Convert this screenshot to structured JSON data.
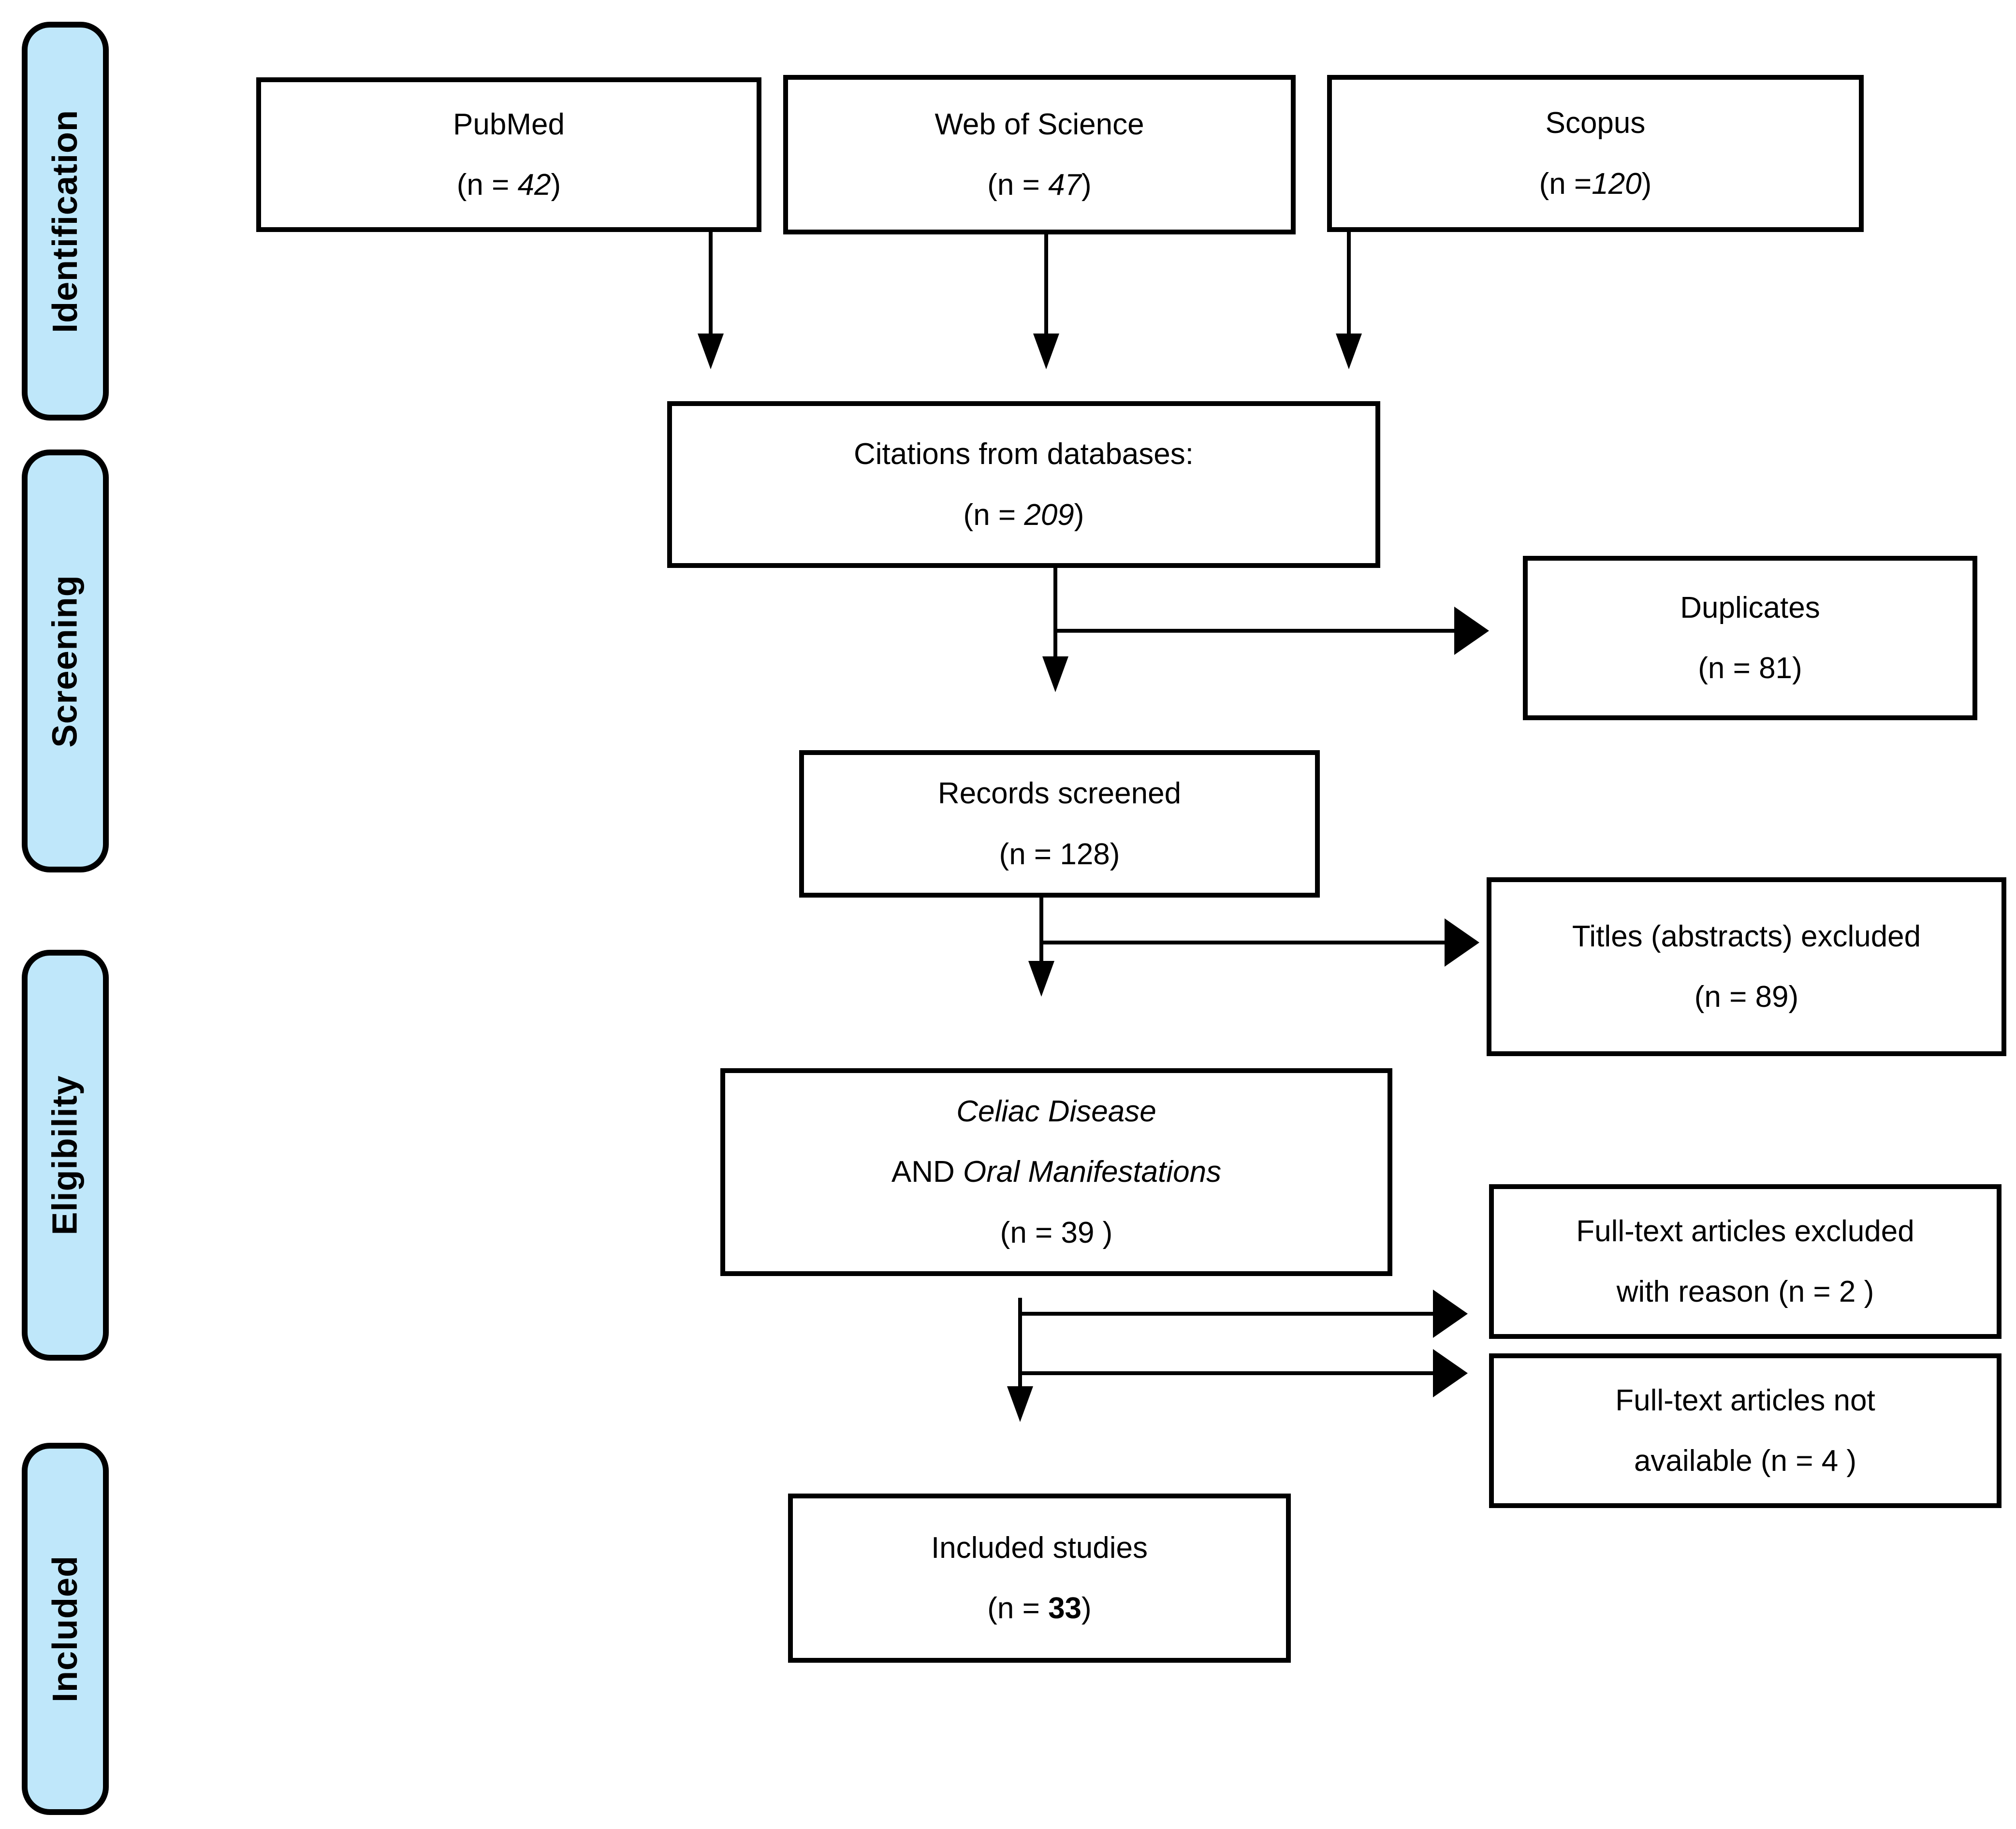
{
  "sidebar": {
    "fill_color": "#BFE7FA",
    "items": [
      {
        "label": "Identification"
      },
      {
        "label": "Screening"
      },
      {
        "label": "Eligibility"
      },
      {
        "label": "Included"
      }
    ]
  },
  "boxes": {
    "pubmed": {
      "title": "PubMed",
      "count_prefix": "(n = ",
      "count": "42",
      "count_suffix": ")"
    },
    "web_of_science": {
      "title": "Web of Science",
      "count_prefix": "(n = ",
      "count": "47",
      "count_suffix": ")"
    },
    "scopus": {
      "title": "Scopus",
      "count_prefix": "(n =",
      "count": "120",
      "count_suffix": ")"
    },
    "citations": {
      "title": "Citations from databases:",
      "count_prefix": "(n = ",
      "count": "209",
      "count_suffix": ")"
    },
    "duplicates": {
      "title": "Duplicates",
      "count_prefix": "(n = ",
      "count": "81",
      "count_suffix": ")"
    },
    "records_screened": {
      "title": "Records screened",
      "count_prefix": "(n = ",
      "count": "128",
      "count_suffix": ")"
    },
    "titles_excluded": {
      "title": "Titles (abstracts) excluded",
      "count_prefix": "(n = ",
      "count": "89",
      "count_suffix": ")"
    },
    "celiac": {
      "line1": "Celiac Disease",
      "line2_prefix": "AND ",
      "line2_italic": "Oral Manifestations",
      "count_prefix": "(n = ",
      "count": "39",
      "count_suffix": " )"
    },
    "fulltext_excluded": {
      "line1": "Full-text articles excluded",
      "line2": "with reason ",
      "count_prefix": "(n = ",
      "count": "2",
      "count_suffix": " )"
    },
    "fulltext_not_available": {
      "line1": "Full-text articles not",
      "line2": "available ",
      "count_prefix": "(n = ",
      "count": "4",
      "count_suffix": " )"
    },
    "included_studies": {
      "title": "Included studies",
      "count_prefix": "(n = ",
      "count": "33",
      "count_suffix": ")"
    }
  }
}
